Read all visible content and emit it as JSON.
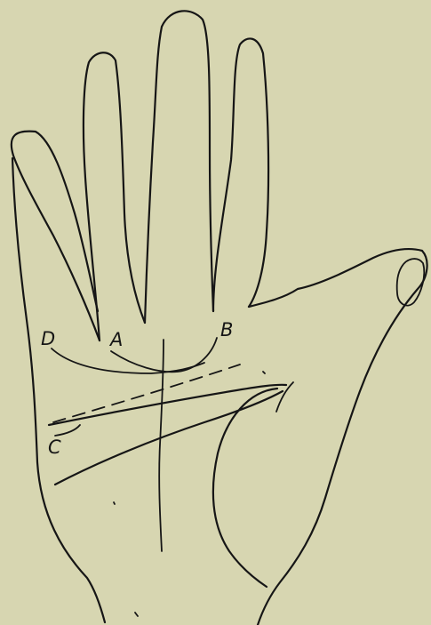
{
  "labels": {
    "a": "A",
    "b": "B",
    "c": "C",
    "d": "D"
  },
  "colors": {
    "paper": "#d7d6b1",
    "ink": "#161616"
  }
}
